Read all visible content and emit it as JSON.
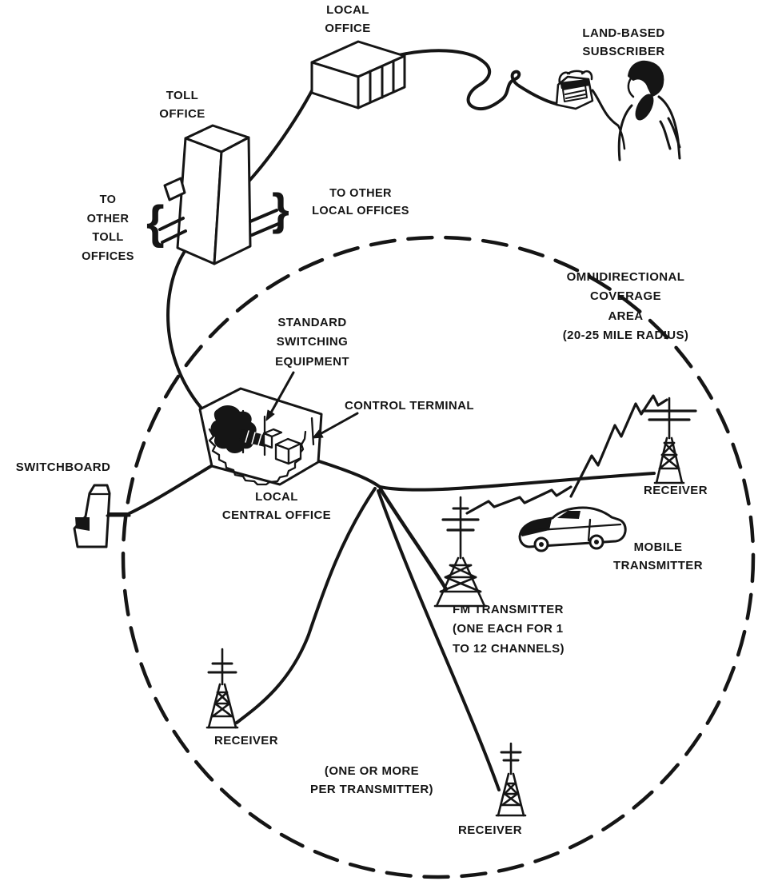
{
  "colors": {
    "ink": "#151515",
    "paper": "#ffffff"
  },
  "labels": {
    "local_office": "LOCAL\nOFFICE",
    "land_based_subscriber": "LAND-BASED\nSUBSCRIBER",
    "toll_office": "TOLL\nOFFICE",
    "to_other_toll_offices": "TO\nOTHER\nTOLL\nOFFICES",
    "to_other_local_offices": "TO OTHER\nLOCAL OFFICES",
    "omnidirectional_coverage": "OMNIDIRECTIONAL\nCOVERAGE\nAREA\n(20-25 MILE RADIUS)",
    "standard_switching_equipment": "STANDARD\nSWITCHING\nEQUIPMENT",
    "control_terminal": "CONTROL TERMINAL",
    "local_central_office": "LOCAL\nCENTRAL OFFICE",
    "switchboard": "SWITCHBOARD",
    "receiver_upper_right": "RECEIVER",
    "mobile_transmitter": "MOBILE\nTRANSMITTER",
    "fm_transmitter": "FM TRANSMITTER\n(ONE EACH FOR 1\nTO 12 CHANNELS)",
    "receiver_lower_left": "RECEIVER",
    "receivers_note": "(ONE OR MORE\nPER TRANSMITTER)",
    "receiver_bottom": "RECEIVER",
    "brace_left": "{",
    "brace_right": "}"
  }
}
